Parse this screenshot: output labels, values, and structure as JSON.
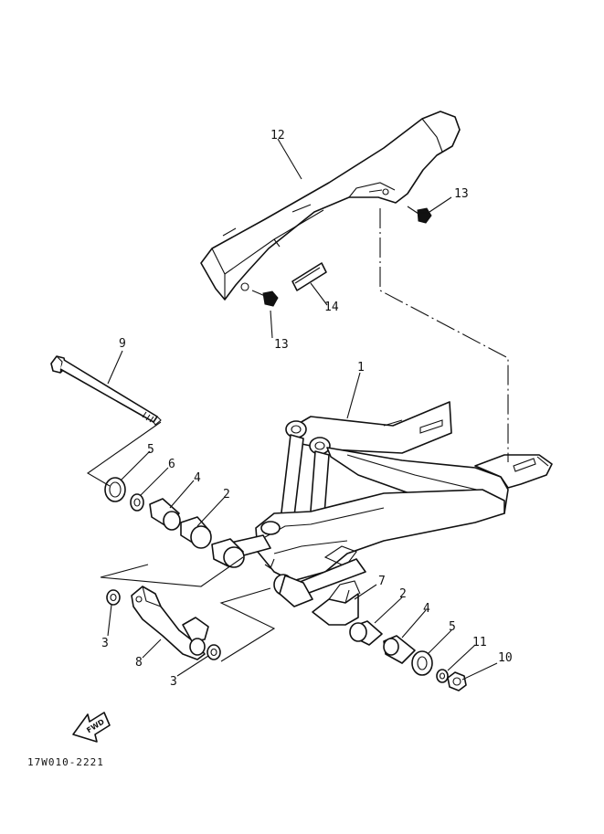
{
  "diagram": {
    "code": "17W010-2221",
    "fwd_text": "FWD",
    "callouts": [
      {
        "id": "c12",
        "text": "12"
      },
      {
        "id": "c13a",
        "text": "13"
      },
      {
        "id": "c13b",
        "text": "13"
      },
      {
        "id": "c14",
        "text": "14"
      },
      {
        "id": "c9",
        "text": "9"
      },
      {
        "id": "c1",
        "text": "1"
      },
      {
        "id": "c5a",
        "text": "5"
      },
      {
        "id": "c6",
        "text": "6"
      },
      {
        "id": "c4a",
        "text": "4"
      },
      {
        "id": "c2a",
        "text": "2"
      },
      {
        "id": "c7",
        "text": "7"
      },
      {
        "id": "c2b",
        "text": "2"
      },
      {
        "id": "c4b",
        "text": "4"
      },
      {
        "id": "c5b",
        "text": "5"
      },
      {
        "id": "c11",
        "text": "11"
      },
      {
        "id": "c10",
        "text": "10"
      },
      {
        "id": "c3a",
        "text": "3"
      },
      {
        "id": "c8",
        "text": "8"
      },
      {
        "id": "c3b",
        "text": "3"
      }
    ]
  }
}
